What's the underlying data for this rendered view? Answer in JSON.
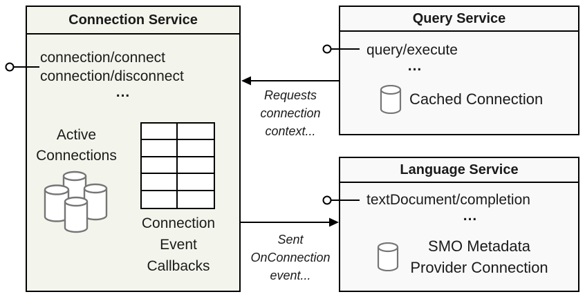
{
  "connection_service": {
    "title": "Connection Service",
    "methods": [
      "connection/connect",
      "connection/disconnect"
    ],
    "ellipsis": "...",
    "active_connections_label": "Active\nConnections",
    "callbacks_label": "Connection\nEvent\nCallbacks"
  },
  "query_service": {
    "title": "Query Service",
    "methods": [
      "query/execute"
    ],
    "ellipsis": "...",
    "connection_label": "Cached Connection"
  },
  "language_service": {
    "title": "Language Service",
    "methods": [
      "textDocument/completion"
    ],
    "ellipsis": "...",
    "connection_label": "SMO Metadata\nProvider Connection"
  },
  "arrows": {
    "requests_label": "Requests\nconnection\ncontext...",
    "sent_label": "Sent\nOnConnection\nevent..."
  },
  "colors": {
    "connection_box_fill": "#f3f5ec",
    "service_box_fill": "#f9f9fa",
    "border": "#000000",
    "cylinder_stroke": "#757575",
    "text": "#1a1a1a"
  }
}
